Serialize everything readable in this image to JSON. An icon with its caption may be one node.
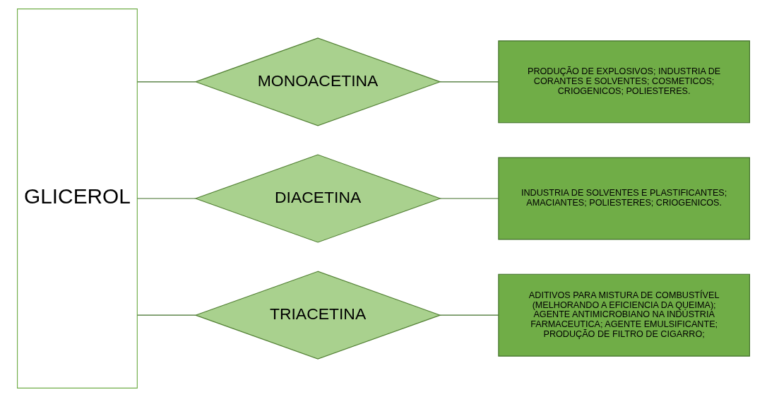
{
  "diagram": {
    "nodes": [
      {
        "text": [
          "GLICEROL"
        ]
      },
      {
        "text": [
          "MONOACETINA"
        ]
      },
      {
        "text": [
          "DIACETINA"
        ]
      },
      {
        "text": [
          "TRIACETINA"
        ]
      },
      {
        "text": [
          "PRODUÇÃO DE EXPLOSIVOS; INDUSTRIA DE CORANTES E SOLVENTES; COSMETICOS; CRIOGENICOS; POLIESTERES."
        ]
      },
      {
        "text": [
          "INDUSTRIA DE SOLVENTES E PLASTIFICANTES; AMACIANTES; POLIESTERES; CRIOGENICOS."
        ]
      },
      {
        "text": [
          "ADITIVOS PARA MISTURA DE COMBUSTÍVEL (MELHORANDO A EFICIENCIA DA QUEIMA); AGENTE ANTIMICROBIANO NA INDÚSTRIA FARMACEUTICA; AGENTE EMULSIFICANTE; PRODUÇÃO DE FILTRO DE CIGARRO;"
        ]
      }
    ],
    "edges": [
      {
        "from": 0,
        "to": 1,
        "arrow": "none"
      },
      {
        "from": 0,
        "to": 2,
        "arrow": "none"
      },
      {
        "from": 0,
        "to": 3,
        "arrow": "none"
      },
      {
        "from": 1,
        "to": 4,
        "arrow": "none"
      },
      {
        "from": 2,
        "to": 5,
        "arrow": "none"
      },
      {
        "from": 3,
        "to": 6,
        "arrow": "none"
      }
    ]
  }
}
